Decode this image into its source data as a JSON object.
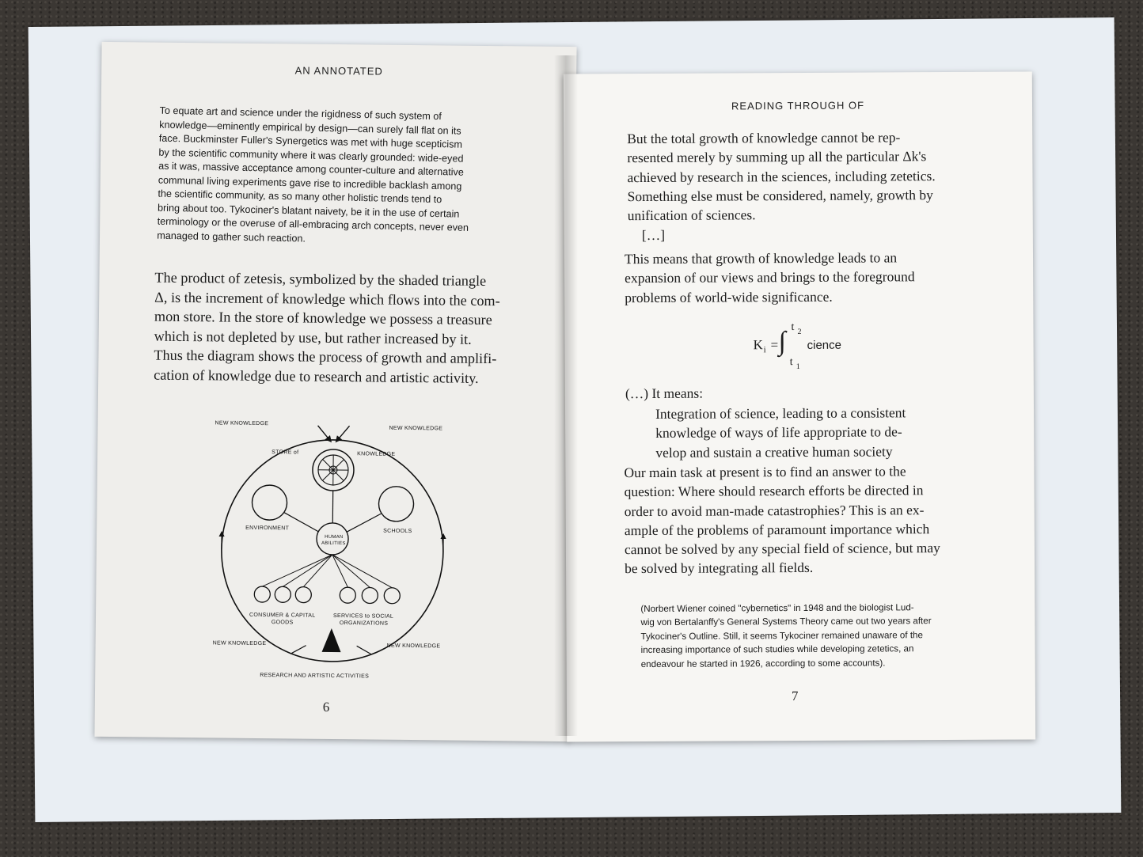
{
  "left_page": {
    "running_head": "AN ANNOTATED",
    "note_lines": [
      "To equate art and science under the rigidness of such system of",
      "knowledge—eminently empirical by design—can surely fall flat on its",
      "face. Buckminster Fuller's Synergetics was met with huge scepticism",
      "by the scientific community where it was clearly grounded: wide-eyed",
      "as it was, massive acceptance among counter-culture and alternative",
      "communal living experiments gave rise to incredible backlash among",
      "the scientific community, as so many other holistic trends tend to",
      "bring about too. Tykociner's blatant naivety, be it in the use of certain",
      "terminology or the overuse of all-embracing arch concepts, never even",
      "managed to gather such reaction."
    ],
    "body_lines": [
      "The product of zetesis, symbolized by the shaded triangle",
      "Δ, is the increment of knowledge which flows into the com-",
      "mon store. In the store of knowledge we possess a treasure",
      "which is not depleted by use, but rather increased by it.",
      "Thus the diagram shows the process of growth and amplifi-",
      "cation of knowledge due to research and artistic activity."
    ],
    "diagram": {
      "new_knowledge_tl": "NEW KNOWLEDGE",
      "new_knowledge_tr": "NEW KNOWLEDGE",
      "new_knowledge_bl": "NEW KNOWLEDGE",
      "new_knowledge_br": "NEW KNOWLEDGE",
      "store_of": "STORE of",
      "knowledge": "KNOWLEDGE",
      "environment": "ENVIRONMENT",
      "schools": "SCHOOLS",
      "human": "HUMAN",
      "abilities": "ABILITIES",
      "consumer_1": "CONSUMER & CAPITAL",
      "consumer_2": "GOODS",
      "services_1": "SERVICES to SOCIAL",
      "services_2": "ORGANIZATIONS",
      "research": "RESEARCH AND ARTISTIC ACTIVITIES"
    },
    "page_number": "6"
  },
  "right_page": {
    "running_head": "READING THROUGH OF",
    "body_lines_1": [
      "But the total growth of knowledge cannot be rep-",
      "resented merely by summing up all the particular Δk's",
      "achieved by research in the sciences, including zetetics.",
      "Something else must be considered, namely, growth by",
      "unification of sciences."
    ],
    "ellipsis": "[…]",
    "body_lines_2": [
      "This means that growth of knowledge leads to an",
      "expansion of our views and brings to the foreground",
      "problems of world-wide significance."
    ],
    "formula": {
      "lhs": "K",
      "lhs_sub": "i",
      "equals": "=",
      "integral": "∫",
      "upper": "t",
      "upper_sub": "2",
      "lower": "t",
      "lower_sub": "1",
      "integrand": "cience"
    },
    "it_means": "(…) It means:",
    "quote_lines": [
      "Integration of science, leading to a consistent",
      "knowledge of ways of life appropriate to de-",
      "velop and sustain a creative human society"
    ],
    "body_lines_3": [
      "Our main task at present is to find an answer to the",
      "question: Where should research efforts be directed in",
      "order to avoid man-made catastrophies? This is an ex-",
      "ample of the problems of paramount importance which",
      "cannot be solved by any special field of science, but may",
      "be solved by integrating all fields."
    ],
    "note_lines": [
      "(Norbert Wiener coined \"cybernetics\" in 1948 and the biologist Lud-",
      "wig von Bertalanffy's General Systems Theory came out two years after",
      "Tykociner's Outline. Still, it seems Tykociner remained unaware of the",
      "increasing importance of such studies while developing zetetics, an",
      "endeavour he started in 1926, according to some accounts)."
    ],
    "page_number": "7"
  }
}
